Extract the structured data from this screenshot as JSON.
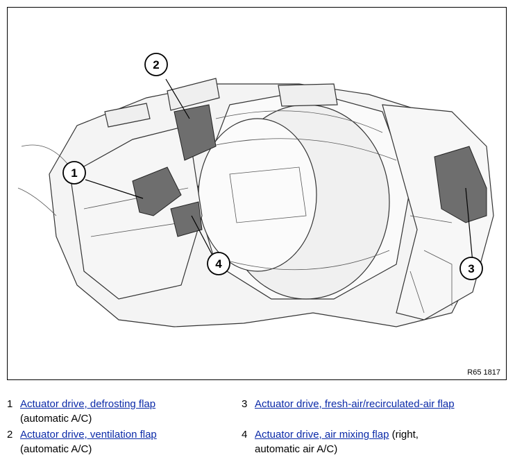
{
  "figure": {
    "reference": "R65 1817",
    "callouts": [
      "1",
      "2",
      "3",
      "4"
    ]
  },
  "legend": [
    {
      "number": "1",
      "link": "Actuator drive, defrosting flap",
      "suffix": "",
      "second_line": "(automatic A/C)"
    },
    {
      "number": "2",
      "link": "Actuator drive, ventilation flap",
      "suffix": "",
      "second_line": "(automatic A/C)"
    },
    {
      "number": "3",
      "link": "Actuator drive, fresh-air/recirculated-air flap",
      "suffix": "",
      "second_line": ""
    },
    {
      "number": "4",
      "link": "Actuator drive, air mixing flap",
      "suffix": " (right,",
      "second_line": "automatic air A/C)"
    }
  ],
  "colors": {
    "link": "#0b2aa8",
    "actuator_fill": "#6e6e6e",
    "housing_fill": "#f4f4f4"
  }
}
